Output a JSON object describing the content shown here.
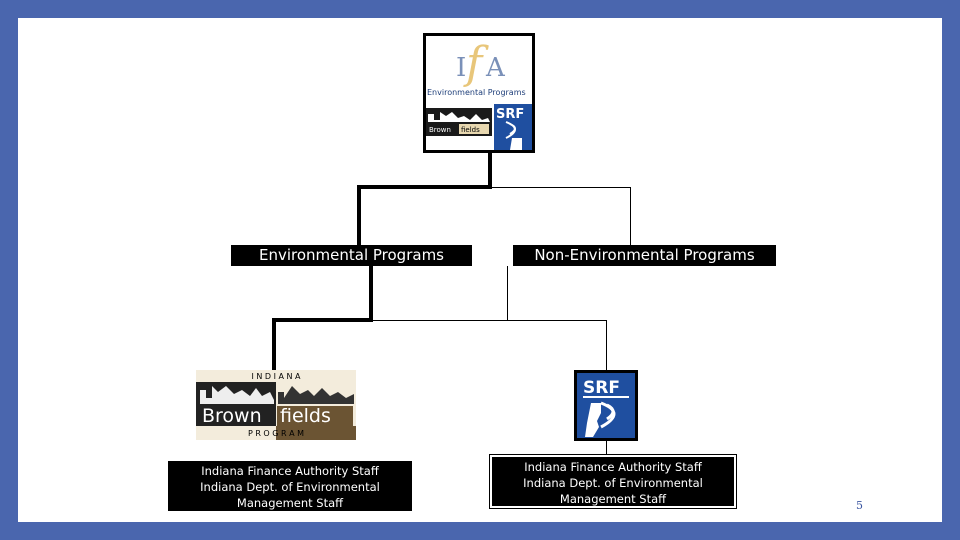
{
  "top_logo": {
    "monogram": "IfA",
    "subtitle": "Environmental Programs",
    "brownfields_mark": "Brownfields",
    "srf_mark": "SRF"
  },
  "nodes": {
    "env_label": "Environmental Programs",
    "nonenv_label": "Non-Environmental Programs"
  },
  "brownfields_logo": {
    "top_letters": "I N D I A N A",
    "brand_left": "Brown",
    "brand_right": "fields",
    "bottom_letters": "P R O G R A M"
  },
  "srf_logo": {
    "mark": "SRF"
  },
  "staff_left": [
    "Indiana Finance Authority Staff",
    "Indiana Dept. of Environmental",
    "Management Staff"
  ],
  "staff_right": [
    "Indiana Finance Authority Staff",
    "Indiana Dept. of Environmental",
    "Management Staff"
  ],
  "page_number": "5",
  "colors": {
    "frame": "#4a66ae",
    "srf_blue": "#1f4fa0",
    "brown": "#6b5433",
    "gold": "#e8c67a"
  }
}
